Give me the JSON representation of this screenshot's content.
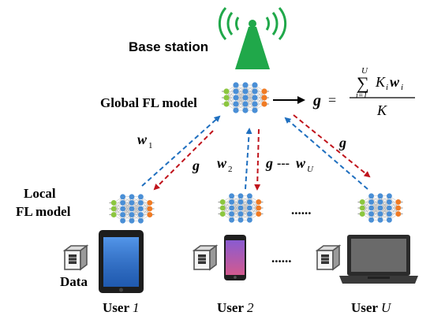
{
  "labels": {
    "base_station": "Base station",
    "global_model": "Global FL model",
    "local_model_line1": "Local",
    "local_model_line2": "FL model",
    "data": "Data",
    "user_word": "User",
    "user1_index": "1",
    "user2_index": "2",
    "userU_index": "U",
    "ellipsis": "......"
  },
  "formula": {
    "lhs": "g",
    "equals": "=",
    "sum_top": "U",
    "sum_symbol": "∑",
    "sum_bottom": "i=1",
    "term_K": "K",
    "term_K_sub": "i",
    "term_w": "w",
    "term_w_sub": "i",
    "denominator": "K"
  },
  "arrow_labels": {
    "w1": "w",
    "w1_sub": "1",
    "g1": "g",
    "w2": "w",
    "w2_sub": "2",
    "g2": "g",
    "dots": "---",
    "wU": "w",
    "wU_sub": "U",
    "gU": "g"
  },
  "colors": {
    "upload_arrow": "#1f6fbf",
    "download_arrow": "#c0141c",
    "tower": "#20a84a",
    "input_node": "#8cc63f",
    "hidden_node": "#4a8fd6",
    "output_node": "#f07b24",
    "server_icon": "#555555"
  },
  "icons": [
    "antenna-icon",
    "tablet-icon",
    "smartphone-icon",
    "laptop-icon",
    "server-icon",
    "neural-network-icon"
  ]
}
